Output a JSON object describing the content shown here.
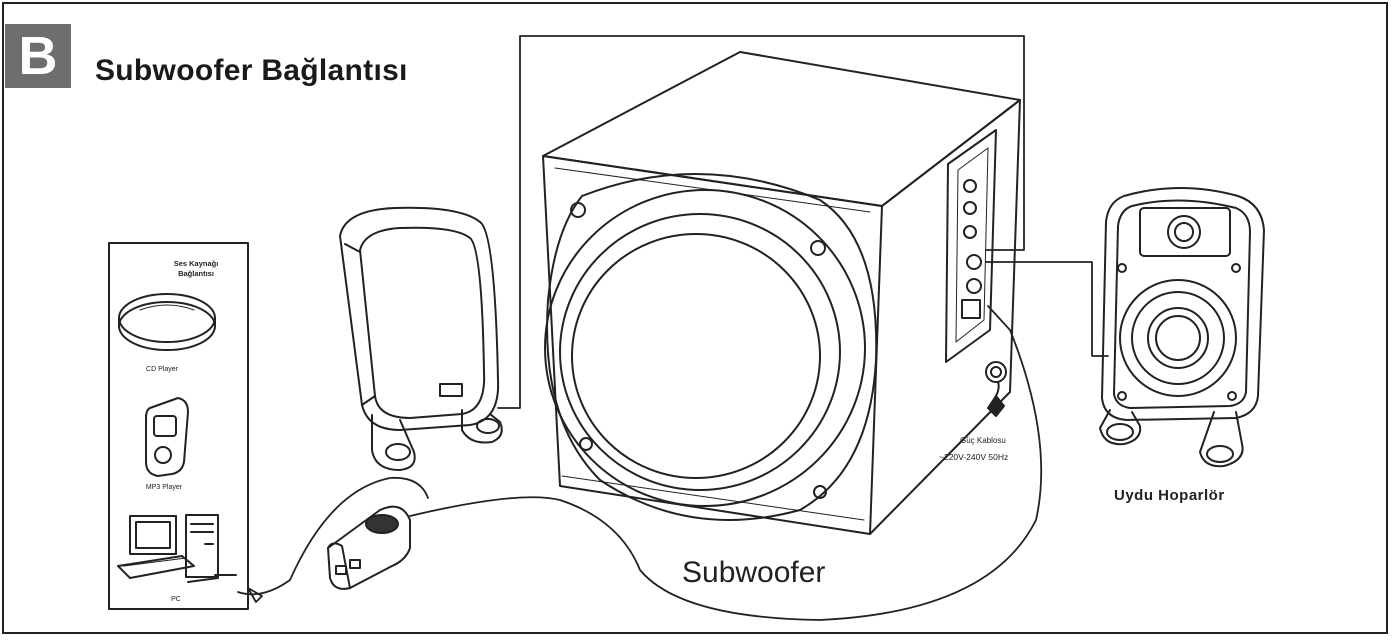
{
  "header": {
    "badge": "B",
    "title": "Subwoofer Bağlantısı"
  },
  "source_panel": {
    "heading_line1": "Ses Kaynağı",
    "heading_line2": "Bağlantısı",
    "cd_label": "CD Player",
    "mp3_label": "MP3 Player",
    "pc_label": "PC"
  },
  "subwoofer": {
    "label": "Subwoofer",
    "power_line1": "Güç Kablosu",
    "power_line2": "~220V-240V 50Hz"
  },
  "satellite": {
    "label": "Uydu Hoparlör"
  },
  "colors": {
    "line": "#222222",
    "badge": "#6e6e6e",
    "background": "#ffffff"
  }
}
